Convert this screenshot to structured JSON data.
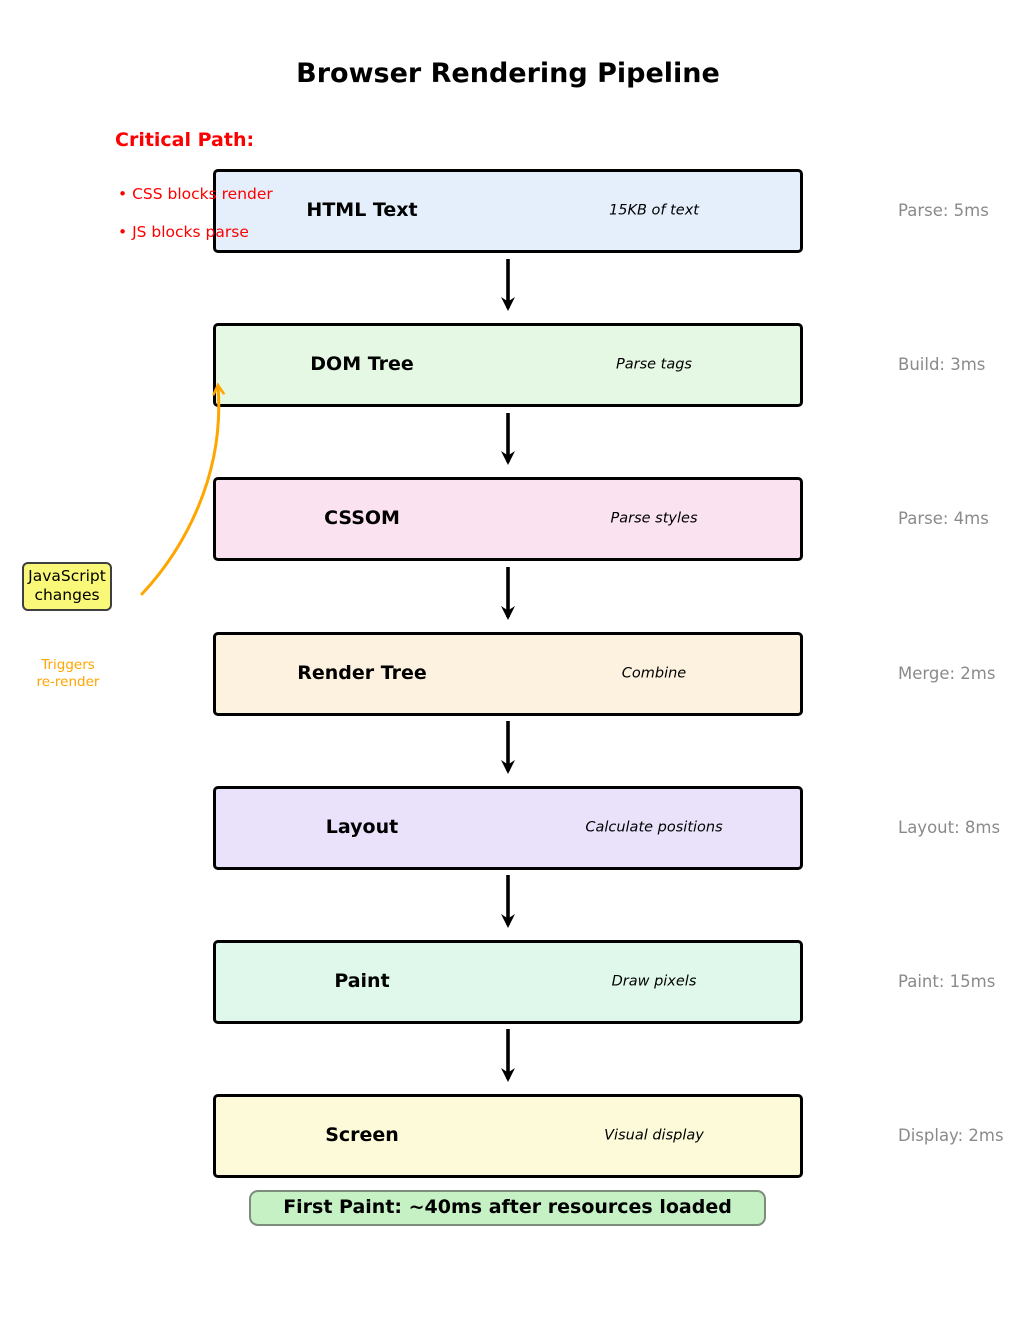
{
  "title": "Browser Rendering Pipeline",
  "critical_path": {
    "heading": "Critical Path:",
    "bullets": [
      "• CSS blocks render",
      "• JS blocks parse"
    ]
  },
  "stages": [
    {
      "label": "HTML Text",
      "desc": "15KB of text",
      "timing": "Parse: 5ms",
      "color": "#e4effb"
    },
    {
      "label": "DOM Tree",
      "desc": "Parse tags",
      "timing": "Build: 3ms",
      "color": "#e5f8e4"
    },
    {
      "label": "CSSOM",
      "desc": "Parse styles",
      "timing": "Parse: 4ms",
      "color": "#fae2f0"
    },
    {
      "label": "Render Tree",
      "desc": "Combine",
      "timing": "Merge: 2ms",
      "color": "#fcf2df"
    },
    {
      "label": "Layout",
      "desc": "Calculate positions",
      "timing": "Layout: 8ms",
      "color": "#eae2fa"
    },
    {
      "label": "Paint",
      "desc": "Draw pixels",
      "timing": "Paint: 15ms",
      "color": "#e0f8eb"
    },
    {
      "label": "Screen",
      "desc": "Visual display",
      "timing": "Display: 2ms",
      "color": "#fcfad8"
    }
  ],
  "annotation": {
    "note_lines": [
      "JavaScript",
      "changes"
    ],
    "caption_lines": [
      "Triggers",
      "re-render"
    ]
  },
  "footer": {
    "text": "First Paint: ~40ms after resources loaded"
  },
  "colors": {
    "critical_text": "#ff0000",
    "timing_text": "#8a8a8a",
    "arrow": "#000000",
    "annotation_accent": "#ffa500",
    "note_bg": "#f9f879",
    "footer_bg": "#c5f1c5",
    "box_border": "#000000"
  }
}
